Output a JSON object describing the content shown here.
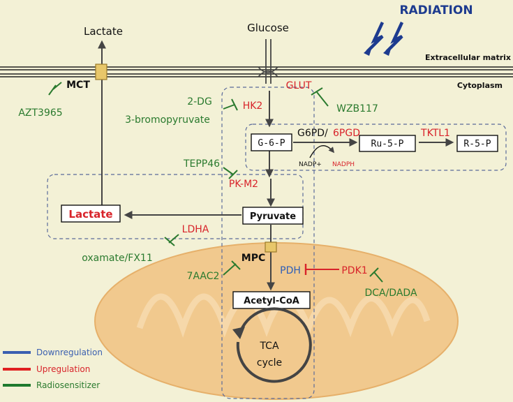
{
  "title": "RADIATION",
  "labels": {
    "extracellular": "Extracellular matrix",
    "cytoplasm": "Cytoplasm"
  },
  "metabolites": {
    "glucose": "Glucose",
    "lactate_out": "Lactate",
    "g6p": "G-6-P",
    "ru5p": "Ru-5-P",
    "r5p": "R-5-P",
    "pyruvate": "Pyruvate",
    "lactate": "Lactate",
    "acetyl_coa": "Acetyl-CoA",
    "tca_line1": "TCA",
    "tca_line2": "cycle",
    "nadp": "NADP+",
    "nadph": "NADPH"
  },
  "enzymes": {
    "glut": "GLUT",
    "hk2": "HK2",
    "g6pd": "G6PD/",
    "pgd6": "6PGD",
    "tktl1": "TKTL1",
    "pkm2": "PK-M2",
    "ldha": "LDHA",
    "mct": "MCT",
    "mpc": "MPC",
    "pdh": "PDH",
    "pdk1": "PDK1"
  },
  "inhibitors": {
    "azt3965": "AZT3965",
    "dg2": "2-DG",
    "bromopyruvate": "3-bromopyruvate",
    "wzb117": "WZB117",
    "tepp46": "TEPP46",
    "oxamate": "oxamate/FX11",
    "aac2": "7AAC2",
    "dca": "DCA/DADA"
  },
  "legend": [
    {
      "label": "Downregulation",
      "color": "#3a5fb0"
    },
    {
      "label": "Upregulation",
      "color": "#e02020"
    },
    {
      "label": "Radiosensitizer",
      "color": "#1e7a2e"
    }
  ],
  "colors": {
    "red": "#d8232a",
    "green": "#2a7a2e",
    "blue": "#2e5eb8",
    "navy": "#1d3b8f",
    "mito": "#f0c68a"
  }
}
